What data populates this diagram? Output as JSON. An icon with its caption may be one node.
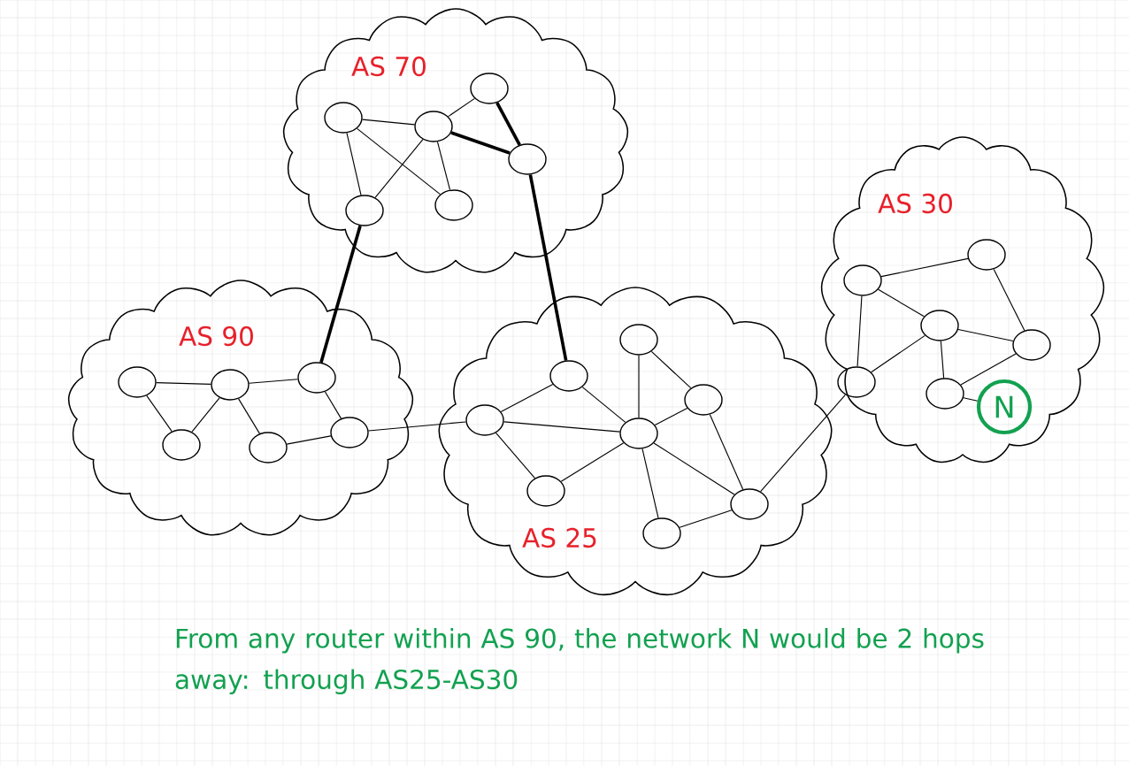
{
  "diagram": {
    "caption": "From any router within AS 90, the network N would be 2 hops away: through AS25-AS30",
    "nodes": [
      {
        "text": [
          "AS 70"
        ]
      },
      {
        "text": [],
        "shape": "circle",
        "in": 0
      },
      {
        "text": [],
        "shape": "circle",
        "in": 0
      },
      {
        "text": [],
        "shape": "circle",
        "in": 0
      },
      {
        "text": [],
        "shape": "circle",
        "in": 0
      },
      {
        "text": [],
        "shape": "circle",
        "in": 0
      },
      {
        "text": [],
        "shape": "circle",
        "in": 0
      },
      {
        "text": [
          "AS 90"
        ]
      },
      {
        "text": [],
        "shape": "circle",
        "in": 7
      },
      {
        "text": [],
        "shape": "circle",
        "in": 7
      },
      {
        "text": [],
        "shape": "circle",
        "in": 7
      },
      {
        "text": [],
        "shape": "circle",
        "in": 7
      },
      {
        "text": [],
        "shape": "circle",
        "in": 7
      },
      {
        "text": [],
        "shape": "circle",
        "in": 7
      },
      {
        "text": [
          "AS 25"
        ]
      },
      {
        "text": [],
        "shape": "circle",
        "in": 14
      },
      {
        "text": [],
        "shape": "circle",
        "in": 14
      },
      {
        "text": [],
        "shape": "circle",
        "in": 14
      },
      {
        "text": [],
        "shape": "circle",
        "in": 14
      },
      {
        "text": [],
        "shape": "circle",
        "in": 14
      },
      {
        "text": [],
        "shape": "circle",
        "in": 14
      },
      {
        "text": [],
        "shape": "circle",
        "in": 14
      },
      {
        "text": [],
        "shape": "circle",
        "in": 14
      },
      {
        "text": [
          "AS 30"
        ]
      },
      {
        "text": [],
        "shape": "circle",
        "in": 23
      },
      {
        "text": [],
        "shape": "circle",
        "in": 23
      },
      {
        "text": [],
        "shape": "circle",
        "in": 23
      },
      {
        "text": [],
        "shape": "circle",
        "in": 23
      },
      {
        "text": [],
        "shape": "circle",
        "in": 23
      },
      {
        "text": [],
        "shape": "circle",
        "in": 23
      },
      {
        "text": [
          "N"
        ],
        "in": 23
      }
    ],
    "edges": [
      {
        "from": 1,
        "to": 2,
        "arrow": "none"
      },
      {
        "from": 2,
        "to": 3,
        "arrow": "none"
      },
      {
        "from": 2,
        "to": 4,
        "arrow": "none",
        "style": "thick"
      },
      {
        "from": 3,
        "to": 4,
        "arrow": "none",
        "style": "thick"
      },
      {
        "from": 1,
        "to": 5,
        "arrow": "none"
      },
      {
        "from": 1,
        "to": 6,
        "arrow": "none"
      },
      {
        "from": 2,
        "to": 5,
        "arrow": "none"
      },
      {
        "from": 2,
        "to": 6,
        "arrow": "none"
      },
      {
        "from": 5,
        "to": 10,
        "arrow": "none",
        "style": "thick"
      },
      {
        "from": 4,
        "to": 16,
        "arrow": "none",
        "style": "thick"
      },
      {
        "from": 8,
        "to": 9,
        "arrow": "none"
      },
      {
        "from": 9,
        "to": 10,
        "arrow": "none"
      },
      {
        "from": 8,
        "to": 11,
        "arrow": "none"
      },
      {
        "from": 9,
        "to": 11,
        "arrow": "none"
      },
      {
        "from": 9,
        "to": 12,
        "arrow": "none"
      },
      {
        "from": 10,
        "to": 13,
        "arrow": "none"
      },
      {
        "from": 13,
        "to": 12,
        "arrow": "none"
      },
      {
        "from": 13,
        "to": 15,
        "arrow": "none"
      },
      {
        "from": 15,
        "to": 16,
        "arrow": "none"
      },
      {
        "from": 15,
        "to": 19,
        "arrow": "none"
      },
      {
        "from": 15,
        "to": 20,
        "arrow": "none"
      },
      {
        "from": 16,
        "to": 19,
        "arrow": "none"
      },
      {
        "from": 17,
        "to": 19,
        "arrow": "none"
      },
      {
        "from": 17,
        "to": 18,
        "arrow": "none"
      },
      {
        "from": 18,
        "to": 19,
        "arrow": "none"
      },
      {
        "from": 18,
        "to": 21,
        "arrow": "none"
      },
      {
        "from": 19,
        "to": 21,
        "arrow": "none"
      },
      {
        "from": 19,
        "to": 20,
        "arrow": "none"
      },
      {
        "from": 19,
        "to": 22,
        "arrow": "none"
      },
      {
        "from": 22,
        "to": 21,
        "arrow": "none"
      },
      {
        "from": 21,
        "to": 27,
        "arrow": "none"
      },
      {
        "from": 24,
        "to": 25,
        "arrow": "none"
      },
      {
        "from": 24,
        "to": 26,
        "arrow": "none"
      },
      {
        "from": 24,
        "to": 27,
        "arrow": "none"
      },
      {
        "from": 27,
        "to": 26,
        "arrow": "none"
      },
      {
        "from": 26,
        "to": 28,
        "arrow": "none"
      },
      {
        "from": 25,
        "to": 28,
        "arrow": "none"
      },
      {
        "from": 26,
        "to": 29,
        "arrow": "none"
      },
      {
        "from": 28,
        "to": 29,
        "arrow": "none"
      },
      {
        "from": 29,
        "to": 30,
        "arrow": "none"
      }
    ]
  }
}
